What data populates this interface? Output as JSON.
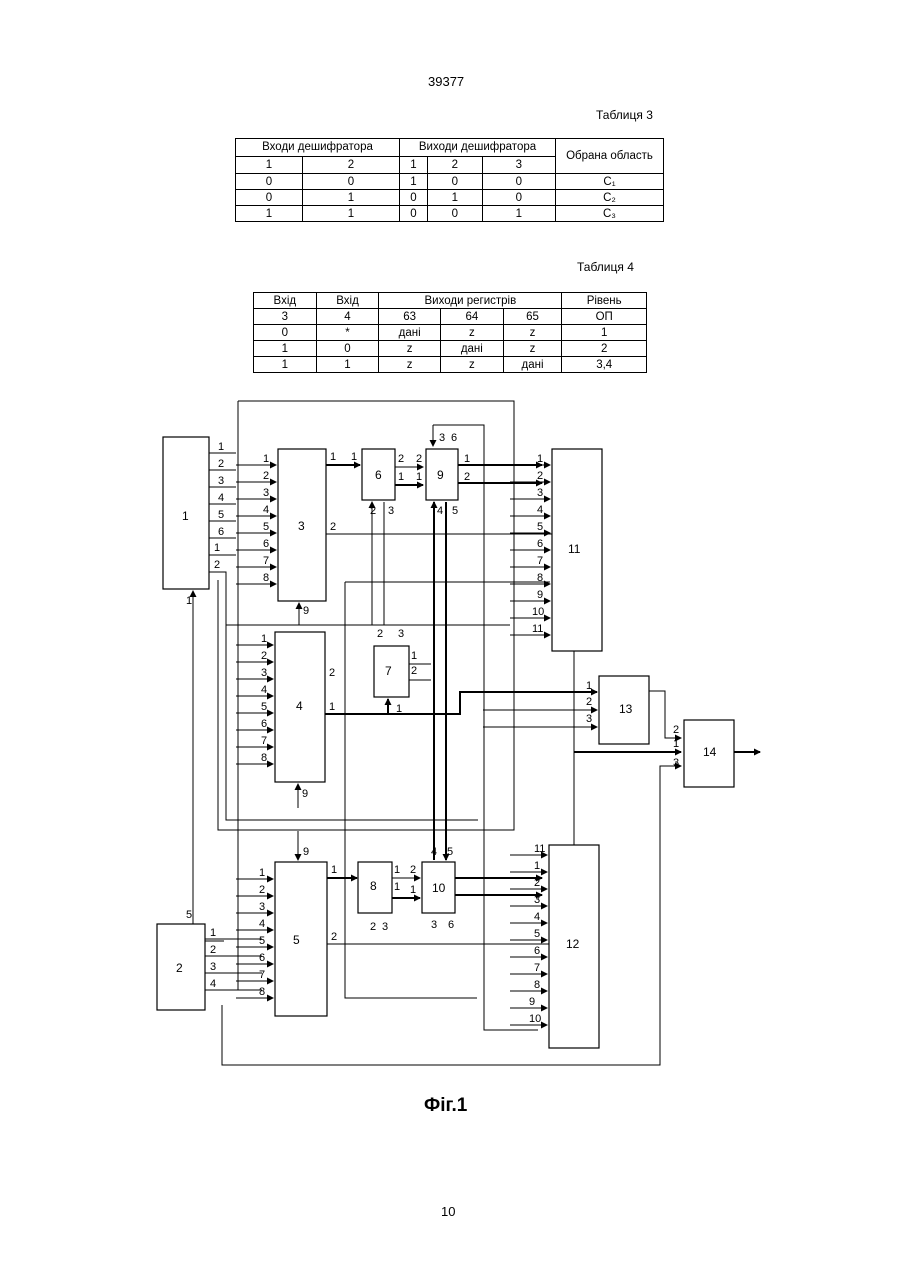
{
  "header": {
    "page_code": "39377"
  },
  "table3": {
    "caption": "Таблиця 3",
    "headers": {
      "inputs": "Входи дешифратора",
      "outputs": "Виходи дешифратора",
      "area": "Обрана область"
    },
    "subheaders": [
      "1",
      "2",
      "1",
      "2",
      "3"
    ],
    "rows": [
      [
        "0",
        "0",
        "1",
        "0",
        "0",
        "C₁"
      ],
      [
        "0",
        "1",
        "0",
        "1",
        "0",
        "C₂"
      ],
      [
        "1",
        "1",
        "0",
        "0",
        "1",
        "C₃"
      ]
    ]
  },
  "table4": {
    "caption": "Таблиця 4",
    "headers": {
      "input_a": "Вхід",
      "input_b": "Вхід",
      "outputs": "Виходи регистрів",
      "level": "Рівень"
    },
    "subheaders": [
      "3",
      "4",
      "63",
      "64",
      "65",
      "ОП"
    ],
    "rows": [
      [
        "0",
        "*",
        "дані",
        "z",
        "z",
        "1"
      ],
      [
        "1",
        "0",
        "z",
        "дані",
        "z",
        "2"
      ],
      [
        "1",
        "1",
        "z",
        "z",
        "дані",
        "3,4"
      ]
    ]
  },
  "figure": {
    "caption": "Фіг.1",
    "blocks": [
      "1",
      "2",
      "3",
      "4",
      "5",
      "6",
      "7",
      "8",
      "9",
      "10",
      "11",
      "12",
      "13",
      "14"
    ]
  },
  "footer": {
    "page_number": "10"
  }
}
